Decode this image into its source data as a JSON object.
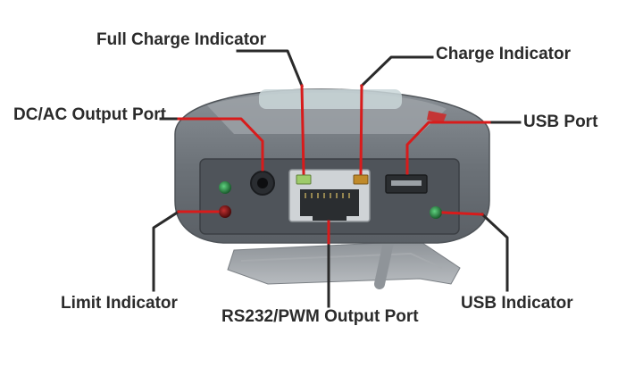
{
  "labels": {
    "full_charge_indicator": "Full Charge Indicator",
    "charge_indicator": "Charge Indicator",
    "dc_ac_output_port": "DC/AC Output Port",
    "usb_port": "USB Port",
    "limit_indicator": "Limit Indicator",
    "rs232_pwm_output_port": "RS232/PWM Output Port",
    "usb_indicator": "USB Indicator"
  },
  "colors": {
    "leader_dark": "#2a2a2a",
    "leader_red": "#d81b1b",
    "label_text": "#2b2b2b",
    "device_body": "#6d737a",
    "panel": "#53585e",
    "led_green": "#1f7a3a",
    "led_red": "#7a1010",
    "led_amber": "#c08a2a",
    "led_green_light": "#9ecb6a"
  }
}
